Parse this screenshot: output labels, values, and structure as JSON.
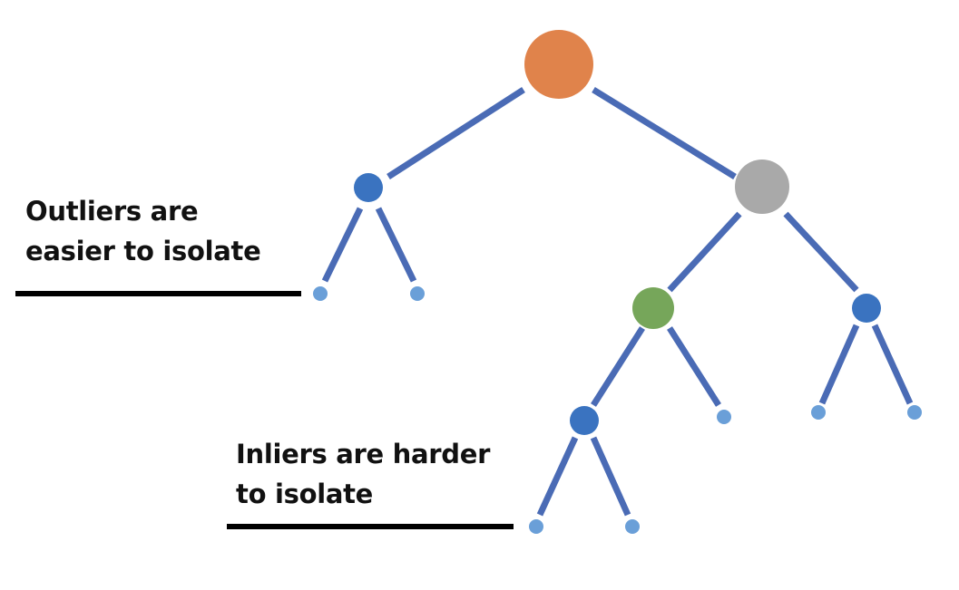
{
  "captions": {
    "outliers": {
      "line1": "Outliers are",
      "line2": "easier to isolate"
    },
    "inliers": {
      "line1": "Inliers are harder",
      "line2": "to isolate"
    }
  },
  "colors": {
    "edge": "#4a6bb5",
    "root_node": "#e0834b",
    "gray_node": "#a9a9a9",
    "green_node": "#76a65a",
    "internal_node": "#3a73c0",
    "leaf_node": "#6a9fd8",
    "underline": "#000000"
  }
}
